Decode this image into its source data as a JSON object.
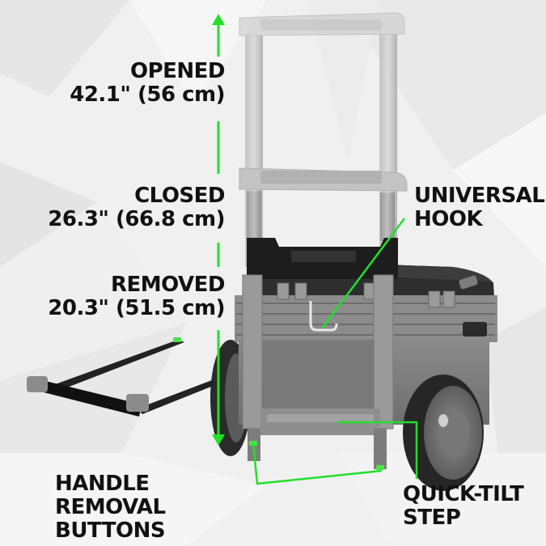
{
  "accent_color": "#22e02a",
  "text_color": "#111111",
  "dimensions": {
    "opened": {
      "title": "OPENED",
      "value": "42.1\" (56 cm)"
    },
    "closed": {
      "title": "CLOSED",
      "value": "26.3\" (66.8 cm)"
    },
    "removed": {
      "title": "REMOVED",
      "value": "20.3\" (51.5 cm)"
    }
  },
  "callouts": {
    "universal_hook": {
      "line1": "UNIVERSAL",
      "line2": "HOOK"
    },
    "handle_removal": {
      "line1": "HANDLE REMOVAL",
      "line2": "BUTTONS"
    },
    "quick_tilt": {
      "line1": "QUICK-TILT",
      "line2": "STEP"
    }
  },
  "product": {
    "name": "rolling tool box with telescoping handle",
    "icons": [
      "height-arrow-icon",
      "telescoping-handle",
      "removed-handle",
      "tool-box",
      "wheel"
    ]
  }
}
